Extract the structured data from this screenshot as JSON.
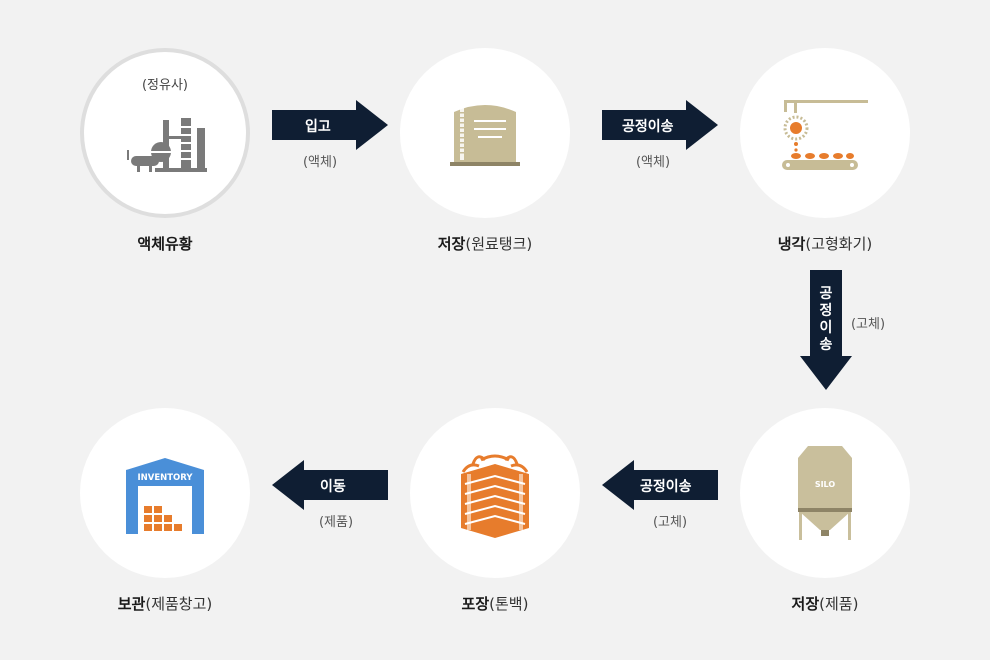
{
  "nodes": {
    "refinery": {
      "top_note": "(정유사)",
      "label": "액체유황",
      "label_sub": ""
    },
    "tank": {
      "label": "저장",
      "label_sub": "(원료탱크)"
    },
    "cooling": {
      "label": "냉각",
      "label_sub": "(고형화기)"
    },
    "silo": {
      "label": "저장",
      "label_sub": "(제품)",
      "icon_text": "SILO"
    },
    "packing": {
      "label": "포장",
      "label_sub": "(톤백)"
    },
    "warehouse": {
      "label": "보관",
      "label_sub": "(제품창고)",
      "icon_text": "INVENTORY"
    }
  },
  "arrows": {
    "a1": {
      "text": "입고",
      "note": "(액체)"
    },
    "a2": {
      "text": "공정이송",
      "note": "(액체)"
    },
    "a3": {
      "text": [
        "공",
        "정",
        "이",
        "송"
      ],
      "note": "(고체)"
    },
    "a4": {
      "text": "공정이송",
      "note": "(고체)"
    },
    "a5": {
      "text": "이동",
      "note": "(제품)"
    }
  },
  "colors": {
    "arrow": "#0f1e33",
    "tank": "#c7bc96",
    "orange": "#e77c2c",
    "warehouse_blue": "#4a8fd8",
    "icon_gray": "#7a7a7a",
    "silo": "#c9bf9c"
  }
}
